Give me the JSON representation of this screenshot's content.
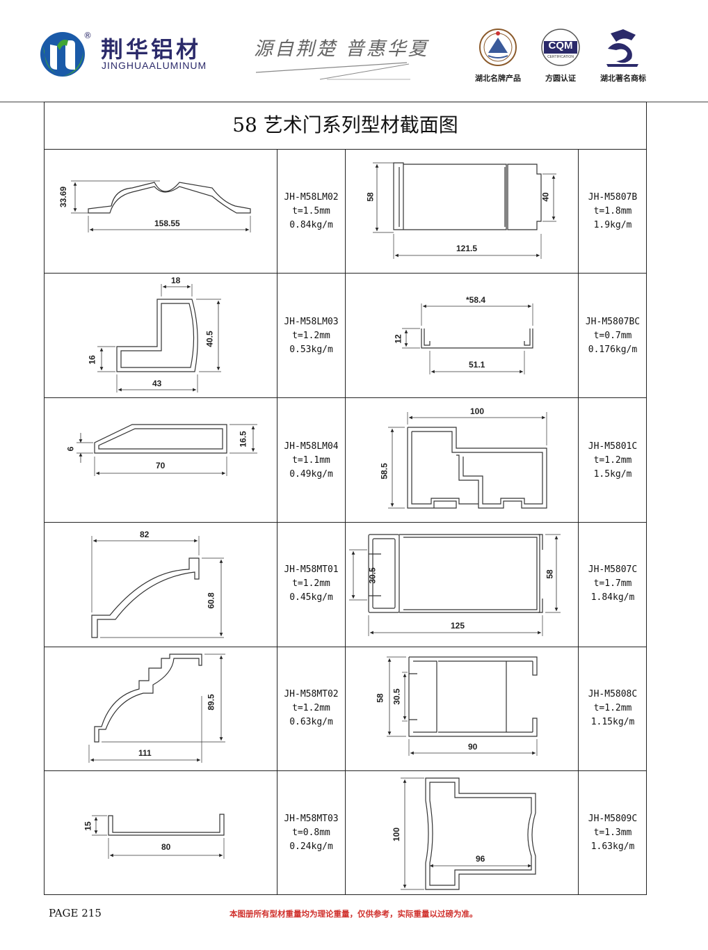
{
  "header": {
    "brand_cn": "荆华铝材",
    "brand_en": "JINGHUAALUMINUM",
    "registered_mark": "®",
    "slogan": "源自荆楚  普惠华夏",
    "certs": [
      {
        "label": "湖北名牌产品",
        "icon": "hubei-brand-seal-icon"
      },
      {
        "label": "方圆认证",
        "icon": "cqm-certification-icon",
        "badge_text": "CQM",
        "badge_sub": "CERTIFICATION"
      },
      {
        "label": "湖北著名商标",
        "icon": "famous-trademark-icon"
      }
    ],
    "colors": {
      "brand_blue": "#2b2a6a",
      "logo_green": "#3fa535",
      "logo_blue": "#1a5aa8"
    }
  },
  "title": "58 艺术门系列型材截面图",
  "rows": [
    {
      "left": {
        "code": "JH-M58LM02",
        "thickness": "t=1.5mm",
        "weight": "0.84kg/m",
        "dims": [
          "33.69",
          "158.55"
        ]
      },
      "right": {
        "code": "JH-M5807B",
        "thickness": "t=1.8mm",
        "weight": "1.9kg/m",
        "dims": [
          "58",
          "40",
          "121.5"
        ]
      }
    },
    {
      "left": {
        "code": "JH-M58LM03",
        "thickness": "t=1.2mm",
        "weight": "0.53kg/m",
        "dims": [
          "18",
          "40.5",
          "16",
          "43"
        ]
      },
      "right": {
        "code": "JH-M5807BC",
        "thickness": "t=0.7mm",
        "weight": "0.176kg/m",
        "dims": [
          "*58.4",
          "12",
          "51.1"
        ]
      }
    },
    {
      "left": {
        "code": "JH-M58LM04",
        "thickness": "t=1.1mm",
        "weight": "0.49kg/m",
        "dims": [
          "6",
          "16.5",
          "70"
        ]
      },
      "right": {
        "code": "JH-M5801C",
        "thickness": "t=1.2mm",
        "weight": "1.5kg/m",
        "dims": [
          "100",
          "58.5"
        ]
      }
    },
    {
      "left": {
        "code": "JH-M58MT01",
        "thickness": "t=1.2mm",
        "weight": "0.45kg/m",
        "dims": [
          "82",
          "60.8"
        ]
      },
      "right": {
        "code": "JH-M5807C",
        "thickness": "t=1.7mm",
        "weight": "1.84kg/m",
        "dims": [
          "30.5",
          "58",
          "125"
        ]
      }
    },
    {
      "left": {
        "code": "JH-M58MT02",
        "thickness": "t=1.2mm",
        "weight": "0.63kg/m",
        "dims": [
          "89.5",
          "111"
        ]
      },
      "right": {
        "code": "JH-M5808C",
        "thickness": "t=1.2mm",
        "weight": "1.15kg/m",
        "dims": [
          "58",
          "30.5",
          "90"
        ]
      }
    },
    {
      "left": {
        "code": "JH-M58MT03",
        "thickness": "t=0.8mm",
        "weight": "0.24kg/m",
        "dims": [
          "15",
          "80"
        ]
      },
      "right": {
        "code": "JH-M5809C",
        "thickness": "t=1.3mm",
        "weight": "1.63kg/m",
        "dims": [
          "100",
          "96"
        ]
      }
    }
  ],
  "footer": {
    "page": "PAGE 215",
    "note": "本图册所有型材重量均为理论重量，仅供参考，实际重量以过磅为准。",
    "note_color": "#d0312d"
  }
}
